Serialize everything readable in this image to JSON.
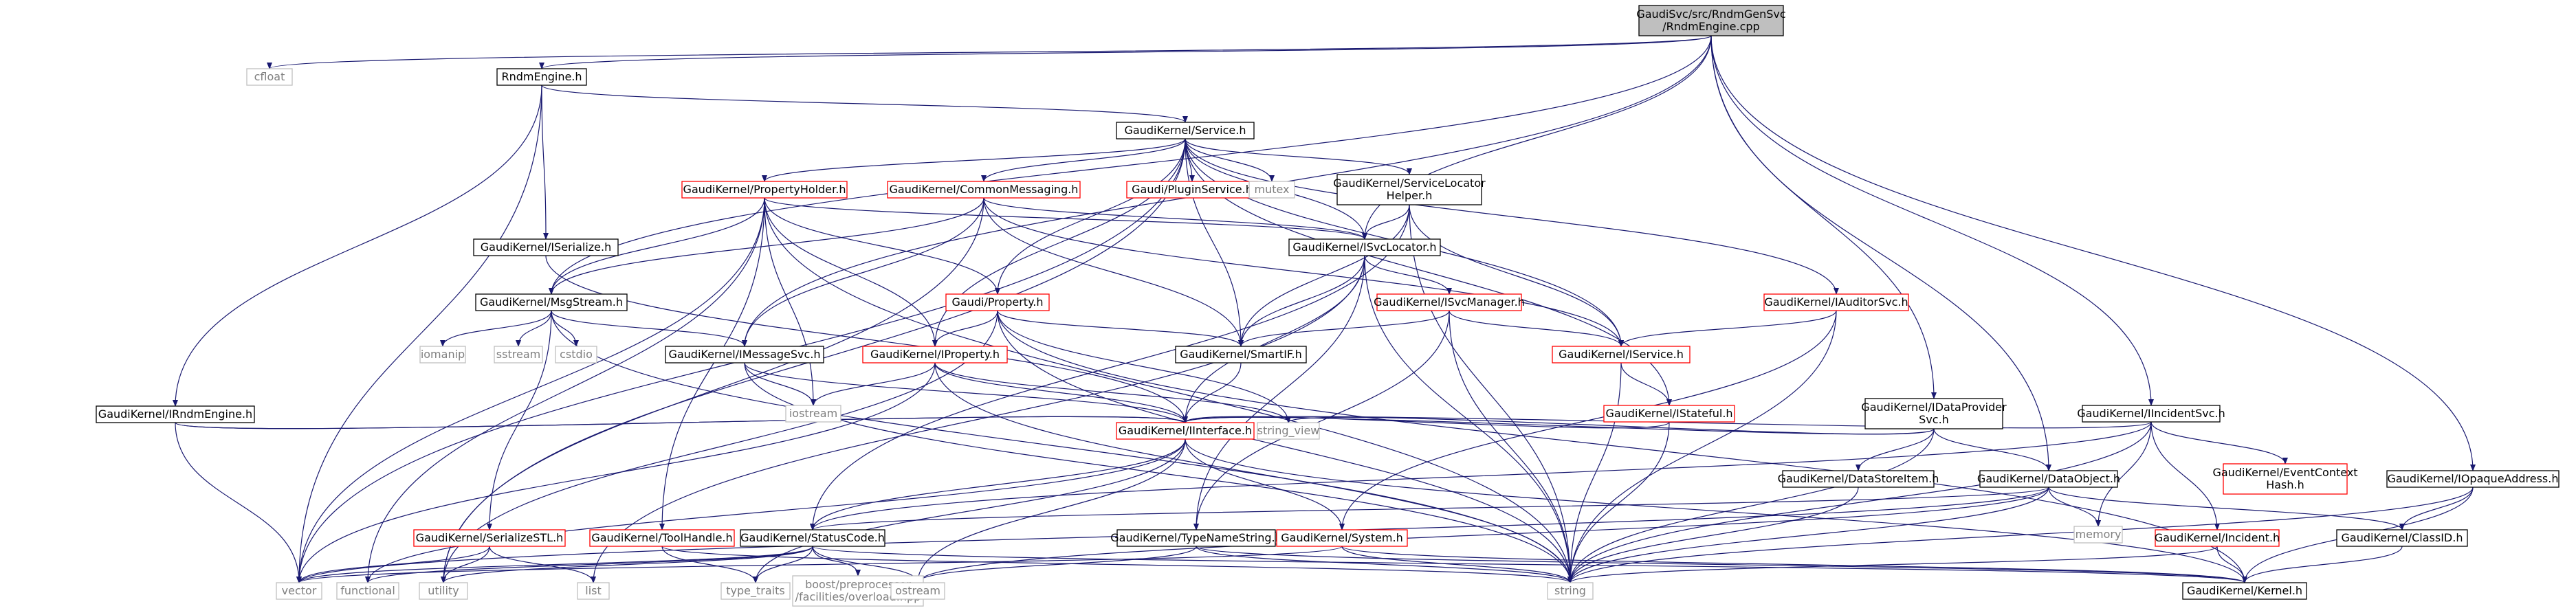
{
  "diagram": {
    "type": "include-dependency-graph",
    "colors": {
      "edge": "#191970",
      "root_fill": "#bfbfbf",
      "incomplete_border": "#ff0000",
      "system_border": "#bfbfbf",
      "system_text": "#7f7f7f"
    },
    "nodes": [
      {
        "id": "root",
        "lines": [
          "GaudiSvc/src/RndmGenSvc",
          "/RndmEngine.cpp"
        ],
        "style": "root"
      },
      {
        "id": "cfloat",
        "lines": [
          "cfloat"
        ],
        "style": "sys"
      },
      {
        "id": "rndmengine_h",
        "lines": [
          "RndmEngine.h"
        ],
        "style": "normal"
      },
      {
        "id": "service_h",
        "lines": [
          "GaudiKernel/Service.h"
        ],
        "style": "normal"
      },
      {
        "id": "propertyholder",
        "lines": [
          "GaudiKernel/PropertyHolder.h"
        ],
        "style": "red"
      },
      {
        "id": "commonmessaging",
        "lines": [
          "GaudiKernel/CommonMessaging.h"
        ],
        "style": "red"
      },
      {
        "id": "pluginservice",
        "lines": [
          "Gaudi/PluginService.h"
        ],
        "style": "red"
      },
      {
        "id": "mutex",
        "lines": [
          "mutex"
        ],
        "style": "sys"
      },
      {
        "id": "servicelocatorhelper",
        "lines": [
          "GaudiKernel/ServiceLocator",
          "Helper.h"
        ],
        "style": "normal"
      },
      {
        "id": "iserialize",
        "lines": [
          "GaudiKernel/ISerialize.h"
        ],
        "style": "normal"
      },
      {
        "id": "isvclocator",
        "lines": [
          "GaudiKernel/ISvcLocator.h"
        ],
        "style": "normal"
      },
      {
        "id": "msgstream",
        "lines": [
          "GaudiKernel/MsgStream.h"
        ],
        "style": "normal"
      },
      {
        "id": "property",
        "lines": [
          "Gaudi/Property.h"
        ],
        "style": "red"
      },
      {
        "id": "isvcmanager",
        "lines": [
          "GaudiKernel/ISvcManager.h"
        ],
        "style": "red"
      },
      {
        "id": "iauditorsvc",
        "lines": [
          "GaudiKernel/IAuditorSvc.h"
        ],
        "style": "red"
      },
      {
        "id": "iomanip",
        "lines": [
          "iomanip"
        ],
        "style": "sys"
      },
      {
        "id": "sstream",
        "lines": [
          "sstream"
        ],
        "style": "sys"
      },
      {
        "id": "cstdio",
        "lines": [
          "cstdio"
        ],
        "style": "sys"
      },
      {
        "id": "imessagesvc",
        "lines": [
          "GaudiKernel/IMessageSvc.h"
        ],
        "style": "normal"
      },
      {
        "id": "iproperty",
        "lines": [
          "GaudiKernel/IProperty.h"
        ],
        "style": "red"
      },
      {
        "id": "smartif",
        "lines": [
          "GaudiKernel/SmartIF.h"
        ],
        "style": "normal"
      },
      {
        "id": "iservice",
        "lines": [
          "GaudiKernel/IService.h"
        ],
        "style": "red"
      },
      {
        "id": "iostream",
        "lines": [
          "iostream"
        ],
        "style": "sys"
      },
      {
        "id": "istateful",
        "lines": [
          "GaudiKernel/IStateful.h"
        ],
        "style": "red"
      },
      {
        "id": "idataprovidersvc",
        "lines": [
          "GaudiKernel/IDataProvider",
          "Svc.h"
        ],
        "style": "normal"
      },
      {
        "id": "iincidentsvc",
        "lines": [
          "GaudiKernel/IIncidentSvc.h"
        ],
        "style": "normal"
      },
      {
        "id": "irndmengine",
        "lines": [
          "GaudiKernel/IRndmEngine.h"
        ],
        "style": "normal"
      },
      {
        "id": "iinterface",
        "lines": [
          "GaudiKernel/IInterface.h"
        ],
        "style": "red"
      },
      {
        "id": "string_view",
        "lines": [
          "string_view"
        ],
        "style": "sys"
      },
      {
        "id": "datastoreitem",
        "lines": [
          "GaudiKernel/DataStoreItem.h"
        ],
        "style": "normal"
      },
      {
        "id": "dataobject",
        "lines": [
          "GaudiKernel/DataObject.h"
        ],
        "style": "normal"
      },
      {
        "id": "eventcontexthash",
        "lines": [
          "GaudiKernel/EventContext",
          "Hash.h"
        ],
        "style": "red"
      },
      {
        "id": "iopaqueaddress",
        "lines": [
          "GaudiKernel/IOpaqueAddress.h"
        ],
        "style": "normal"
      },
      {
        "id": "memory",
        "lines": [
          "memory"
        ],
        "style": "sys"
      },
      {
        "id": "serializestl",
        "lines": [
          "GaudiKernel/SerializeSTL.h"
        ],
        "style": "red"
      },
      {
        "id": "toolhandle",
        "lines": [
          "GaudiKernel/ToolHandle.h"
        ],
        "style": "red"
      },
      {
        "id": "statuscode",
        "lines": [
          "GaudiKernel/StatusCode.h"
        ],
        "style": "normal"
      },
      {
        "id": "typenamestring",
        "lines": [
          "GaudiKernel/TypeNameString.h"
        ],
        "style": "normal"
      },
      {
        "id": "system",
        "lines": [
          "GaudiKernel/System.h"
        ],
        "style": "red"
      },
      {
        "id": "incident",
        "lines": [
          "GaudiKernel/Incident.h"
        ],
        "style": "red"
      },
      {
        "id": "classid",
        "lines": [
          "GaudiKernel/ClassID.h"
        ],
        "style": "normal"
      },
      {
        "id": "vector",
        "lines": [
          "vector"
        ],
        "style": "sys"
      },
      {
        "id": "functional",
        "lines": [
          "functional"
        ],
        "style": "sys"
      },
      {
        "id": "utility",
        "lines": [
          "utility"
        ],
        "style": "sys"
      },
      {
        "id": "list",
        "lines": [
          "list"
        ],
        "style": "sys"
      },
      {
        "id": "type_traits",
        "lines": [
          "type_traits"
        ],
        "style": "sys"
      },
      {
        "id": "boostpp",
        "lines": [
          "boost/preprocessor",
          "/facilities/overload.hpp"
        ],
        "style": "sys"
      },
      {
        "id": "ostream",
        "lines": [
          "ostream"
        ],
        "style": "sys"
      },
      {
        "id": "string",
        "lines": [
          "string"
        ],
        "style": "sys"
      },
      {
        "id": "kernel",
        "lines": [
          "GaudiKernel/Kernel.h"
        ],
        "style": "normal"
      }
    ],
    "edges": [
      [
        "root",
        "cfloat"
      ],
      [
        "root",
        "rndmengine_h"
      ],
      [
        "root",
        "msgstream"
      ],
      [
        "root",
        "imessagesvc"
      ],
      [
        "root",
        "isvclocator"
      ],
      [
        "root",
        "idataprovidersvc"
      ],
      [
        "root",
        "dataobject"
      ],
      [
        "root",
        "iincidentsvc"
      ],
      [
        "root",
        "iopaqueaddress"
      ],
      [
        "rndmengine_h",
        "service_h"
      ],
      [
        "rndmengine_h",
        "iserialize"
      ],
      [
        "rndmengine_h",
        "irndmengine"
      ],
      [
        "rndmengine_h",
        "vector"
      ],
      [
        "service_h",
        "propertyholder"
      ],
      [
        "service_h",
        "commonmessaging"
      ],
      [
        "service_h",
        "pluginservice"
      ],
      [
        "service_h",
        "mutex"
      ],
      [
        "service_h",
        "servicelocatorhelper"
      ],
      [
        "service_h",
        "isvclocator"
      ],
      [
        "service_h",
        "property"
      ],
      [
        "service_h",
        "iproperty"
      ],
      [
        "service_h",
        "smartif"
      ],
      [
        "service_h",
        "iservice"
      ],
      [
        "service_h",
        "istateful"
      ],
      [
        "service_h",
        "iauditorsvc"
      ],
      [
        "service_h",
        "vector"
      ],
      [
        "service_h",
        "utility"
      ],
      [
        "propertyholder",
        "msgstream"
      ],
      [
        "propertyholder",
        "isvclocator"
      ],
      [
        "propertyholder",
        "property"
      ],
      [
        "propertyholder",
        "iproperty"
      ],
      [
        "propertyholder",
        "toolhandle"
      ],
      [
        "propertyholder",
        "iostream"
      ],
      [
        "propertyholder",
        "string"
      ],
      [
        "propertyholder",
        "vector"
      ],
      [
        "propertyholder",
        "functional"
      ],
      [
        "commonmessaging",
        "msgstream"
      ],
      [
        "commonmessaging",
        "imessagesvc"
      ],
      [
        "commonmessaging",
        "isvclocator"
      ],
      [
        "commonmessaging",
        "smartif"
      ],
      [
        "commonmessaging",
        "iservice"
      ],
      [
        "commonmessaging",
        "utility"
      ],
      [
        "servicelocatorhelper",
        "isvclocator"
      ],
      [
        "servicelocatorhelper",
        "smartif"
      ],
      [
        "servicelocatorhelper",
        "iservice"
      ],
      [
        "servicelocatorhelper",
        "statuscode"
      ],
      [
        "servicelocatorhelper",
        "string"
      ],
      [
        "iserialize",
        "iinterface"
      ],
      [
        "isvclocator",
        "isvcmanager"
      ],
      [
        "isvclocator",
        "smartif"
      ],
      [
        "isvclocator",
        "iinterface"
      ],
      [
        "isvclocator",
        "typenamestring"
      ],
      [
        "isvclocator",
        "string"
      ],
      [
        "isvclocator",
        "list"
      ],
      [
        "msgstream",
        "imessagesvc"
      ],
      [
        "msgstream",
        "serializestl"
      ],
      [
        "msgstream",
        "iomanip"
      ],
      [
        "msgstream",
        "sstream"
      ],
      [
        "msgstream",
        "cstdio"
      ],
      [
        "msgstream",
        "string"
      ],
      [
        "property",
        "iproperty"
      ],
      [
        "property",
        "smartif"
      ],
      [
        "property",
        "kernel"
      ],
      [
        "property",
        "string"
      ],
      [
        "property",
        "string_view"
      ],
      [
        "property",
        "utility"
      ],
      [
        "isvcmanager",
        "smartif"
      ],
      [
        "isvcmanager",
        "iservice"
      ],
      [
        "isvcmanager",
        "string"
      ],
      [
        "isvcmanager",
        "typenamestring"
      ],
      [
        "iauditorsvc",
        "iservice"
      ],
      [
        "iauditorsvc",
        "system"
      ],
      [
        "iauditorsvc",
        "string"
      ],
      [
        "imessagesvc",
        "iinterface"
      ],
      [
        "imessagesvc",
        "iostream"
      ],
      [
        "imessagesvc",
        "string"
      ],
      [
        "iproperty",
        "iinterface"
      ],
      [
        "iproperty",
        "iostream"
      ],
      [
        "iproperty",
        "string"
      ],
      [
        "iproperty",
        "string_view"
      ],
      [
        "iproperty",
        "vector"
      ],
      [
        "smartif",
        "iinterface"
      ],
      [
        "iservice",
        "istateful"
      ],
      [
        "iservice",
        "string"
      ],
      [
        "istateful",
        "iinterface"
      ],
      [
        "istateful",
        "string"
      ],
      [
        "idataprovidersvc",
        "iinterface"
      ],
      [
        "idataprovidersvc",
        "datastoreitem"
      ],
      [
        "idataprovidersvc",
        "dataobject"
      ],
      [
        "idataprovidersvc",
        "string_view"
      ],
      [
        "idataprovidersvc",
        "string"
      ],
      [
        "iincidentsvc",
        "iinterface"
      ],
      [
        "iincidentsvc",
        "eventcontexthash"
      ],
      [
        "iincidentsvc",
        "incident"
      ],
      [
        "iincidentsvc",
        "memory"
      ],
      [
        "iincidentsvc",
        "string"
      ],
      [
        "iincidentsvc",
        "statuscode"
      ],
      [
        "irndmengine",
        "iinterface"
      ],
      [
        "irndmengine",
        "vector"
      ],
      [
        "iinterface",
        "statuscode"
      ],
      [
        "iinterface",
        "system"
      ],
      [
        "iinterface",
        "kernel"
      ],
      [
        "iinterface",
        "ostream"
      ],
      [
        "iinterface",
        "type_traits"
      ],
      [
        "iinterface",
        "functional"
      ],
      [
        "datastoreitem",
        "string"
      ],
      [
        "dataobject",
        "classid"
      ],
      [
        "dataobject",
        "statuscode"
      ],
      [
        "dataobject",
        "memory"
      ],
      [
        "dataobject",
        "string"
      ],
      [
        "dataobject",
        "vector"
      ],
      [
        "dataobject",
        "ostream"
      ],
      [
        "iopaqueaddress",
        "classid"
      ],
      [
        "iopaqueaddress",
        "kernel"
      ],
      [
        "iopaqueaddress",
        "string"
      ],
      [
        "serializestl",
        "vector"
      ],
      [
        "serializestl",
        "list"
      ],
      [
        "serializestl",
        "utility"
      ],
      [
        "toolhandle",
        "type_traits"
      ],
      [
        "toolhandle",
        "string"
      ],
      [
        "statuscode",
        "kernel"
      ],
      [
        "statuscode",
        "boostpp"
      ],
      [
        "statuscode",
        "ostream"
      ],
      [
        "statuscode",
        "type_traits"
      ],
      [
        "statuscode",
        "functional"
      ],
      [
        "statuscode",
        "utility"
      ],
      [
        "statuscode",
        "vector"
      ],
      [
        "typenamestring",
        "kernel"
      ],
      [
        "typenamestring",
        "string"
      ],
      [
        "typenamestring",
        "ostream"
      ],
      [
        "system",
        "kernel"
      ],
      [
        "system",
        "string"
      ],
      [
        "system",
        "vector"
      ],
      [
        "incident",
        "kernel"
      ],
      [
        "incident",
        "string"
      ],
      [
        "classid",
        "kernel"
      ],
      [
        "irndmengine",
        "iinterface"
      ]
    ]
  }
}
